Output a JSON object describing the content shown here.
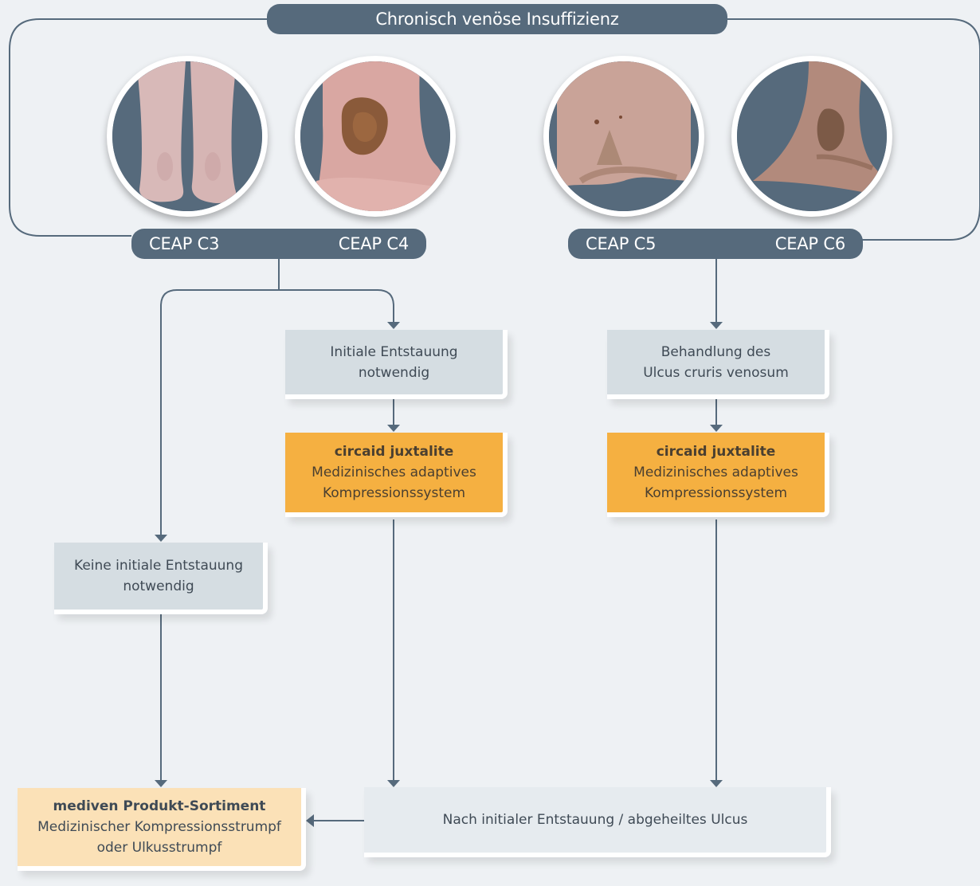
{
  "header": {
    "title": "Chronisch venöse Insuffizienz"
  },
  "stages": {
    "left": [
      "CEAP C3",
      "CEAP C4"
    ],
    "right": [
      "CEAP C5",
      "CEAP C6"
    ]
  },
  "boxes": {
    "initial_decongestion": {
      "line1": "Initiale Entstauung",
      "line2": "notwendig"
    },
    "ulcer_treatment": {
      "line1": "Behandlung des",
      "line2": "Ulcus cruris venosum"
    },
    "circaid_left": {
      "title": "circaid juxtalite",
      "line1": "Medizinisches adaptives",
      "line2": "Kompressionssystem"
    },
    "circaid_right": {
      "title": "circaid juxtalite",
      "line1": "Medizinisches adaptives",
      "line2": "Kompressionssystem"
    },
    "no_decongestion": {
      "line1": "Keine initiale Entstauung",
      "line2": "notwendig"
    },
    "after_decongestion": {
      "text": "Nach initialer Entstauung / abgeheiltes Ulcus"
    },
    "product_range": {
      "title": "mediven Produkt-Sortiment",
      "line1": "Medizinischer Kompressionsstrumpf",
      "line2": "oder Ulkusstrumpf"
    }
  },
  "photos": [
    {
      "icon": "legs-c3-photo"
    },
    {
      "icon": "ankle-c4-photo"
    },
    {
      "icon": "ankle-c5-photo"
    },
    {
      "icon": "ankle-c6-photo"
    }
  ],
  "colors": {
    "pill": "#566a7c",
    "connector": "#566a7c",
    "gray_box": "#d5dde2",
    "orange_box": "#f5b041",
    "light_orange_box": "#fbe1b7",
    "background": "#eef1f4"
  }
}
